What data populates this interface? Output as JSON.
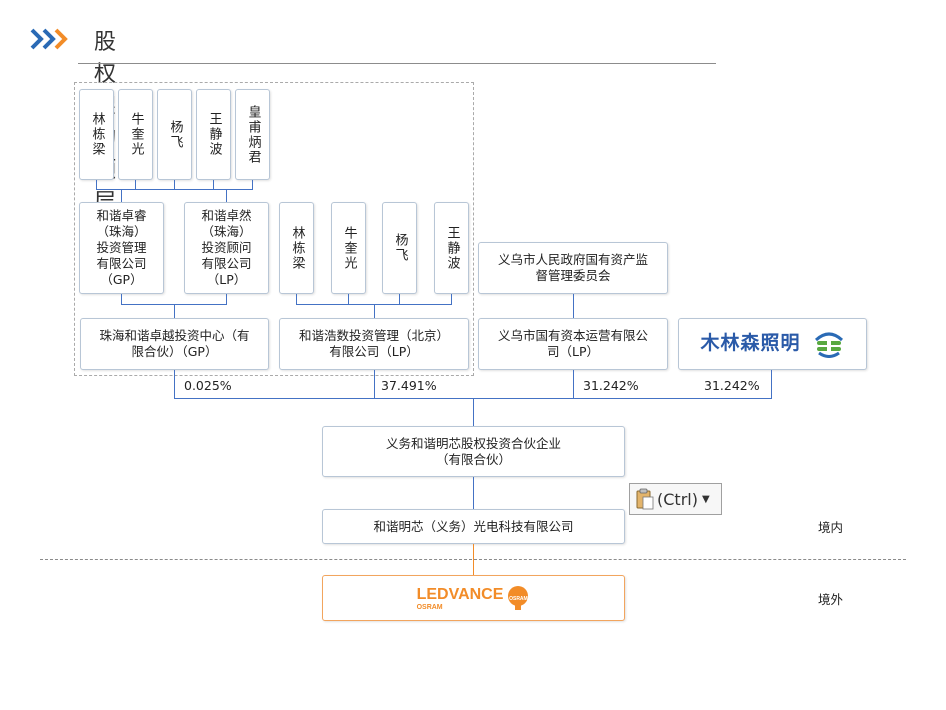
{
  "header": {
    "title": "股权架构顶层设计"
  },
  "persons_left": [
    "林栋梁",
    "牛奎光",
    "杨飞",
    "王静波",
    "皇甫炳君"
  ],
  "persons_right": [
    "林栋梁",
    "牛奎光",
    "杨飞",
    "王静波"
  ],
  "entities": {
    "zhuorui": "和谐卓睿\n（珠海）\n投资管理\n有限公司\n（GP）",
    "zhuoran": "和谐卓然\n（珠海）\n投资顾问\n有限公司\n（LP）",
    "zhuoyue": "珠海和谐卓越投资中心（有\n限合伙）（GP）",
    "haoshu": "和谐浩数投资管理（北京）\n有限公司（LP）",
    "sasac": "义乌市人民政府国有资产监\n督管理委员会",
    "yiwu_capital": "义乌市国有资本运营有限公\n司（LP）",
    "mlsz_logo_text": "木林森照明",
    "fund": "义务和谐明芯股权投资合伙企业\n（有限合伙）",
    "company": "和谐明芯（义务）光电科技有限公司",
    "ledvance_logo_text": "LEDVANCE",
    "osram_text": "OSRAM"
  },
  "percentages": [
    "0.025%",
    "37.491%",
    "31.242%",
    "31.242%"
  ],
  "labels": {
    "domestic": "境内",
    "overseas": "境外"
  },
  "paste_popup": {
    "label": "(Ctrl)"
  },
  "colors": {
    "line": "#4472c4",
    "orange": "#f28c28",
    "blue": "#2a6ab5",
    "green": "#58a840"
  }
}
